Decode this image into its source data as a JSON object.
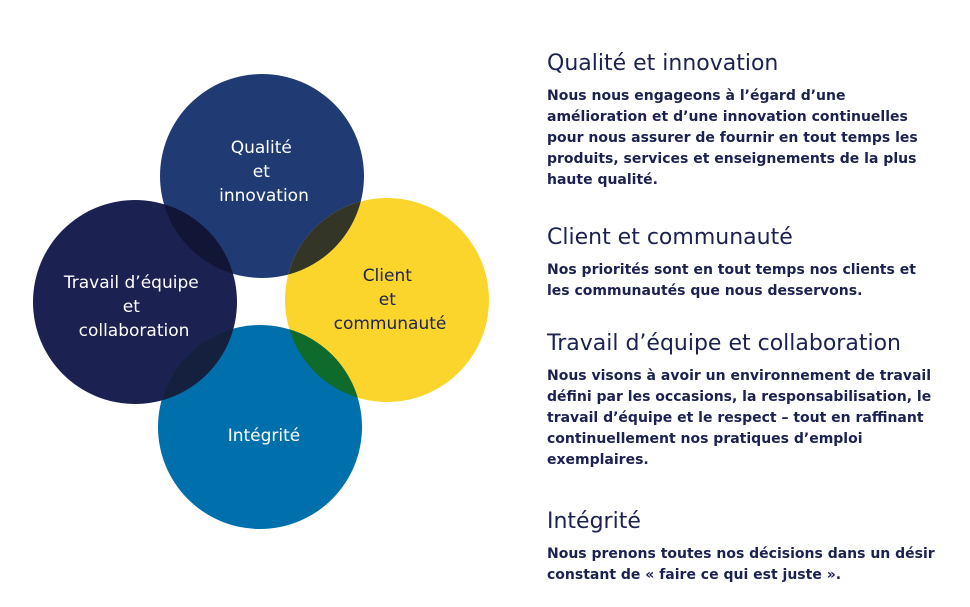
{
  "colors": {
    "navy": "#1b2150",
    "blue": "#203b74",
    "yellow": "#fcd52c",
    "teal": "#0070ad",
    "green_overlap": "#0e6b2b",
    "dark_overlap": "#101530",
    "olive_overlap": "#404a3a"
  },
  "diagram": {
    "circles": [
      {
        "id": "quality",
        "label_lines": [
          "Qualité",
          "et",
          "innovation"
        ],
        "color": "#203b74"
      },
      {
        "id": "client",
        "label_lines": [
          "Client",
          "et",
          "communauté"
        ],
        "color": "#fcd52c"
      },
      {
        "id": "teamwork",
        "label_lines": [
          "Travail d’équipe",
          "et",
          "collaboration"
        ],
        "color": "#1b2150"
      },
      {
        "id": "integrity",
        "label_lines": [
          "Intégrité"
        ],
        "color": "#0070ad"
      }
    ]
  },
  "values": [
    {
      "title": "Qualité et innovation",
      "description": "Nous nous engageons à l’égard d’une\namélioration et d’une innovation continuelles\npour nous assurer de fournir en tout temps les\nproduits, services et enseignements de la plus\nhaute qualité."
    },
    {
      "title": "Client et communauté",
      "description": "Nos priorités sont en tout temps nos clients et\nles communautés que nous desservons."
    },
    {
      "title": "Travail d’équipe et collaboration",
      "description": "Nous visons à avoir un environnement de travail\ndéfini par les occasions, la responsabilisation, le\ntravail d’équipe et le respect – tout en raffinant\ncontinuellement nos pratiques d’emploi\nexemplaires."
    },
    {
      "title": "Intégrité",
      "description": "Nous prenons toutes nos décisions dans un désir\nconstant de « faire ce qui est juste »."
    }
  ]
}
